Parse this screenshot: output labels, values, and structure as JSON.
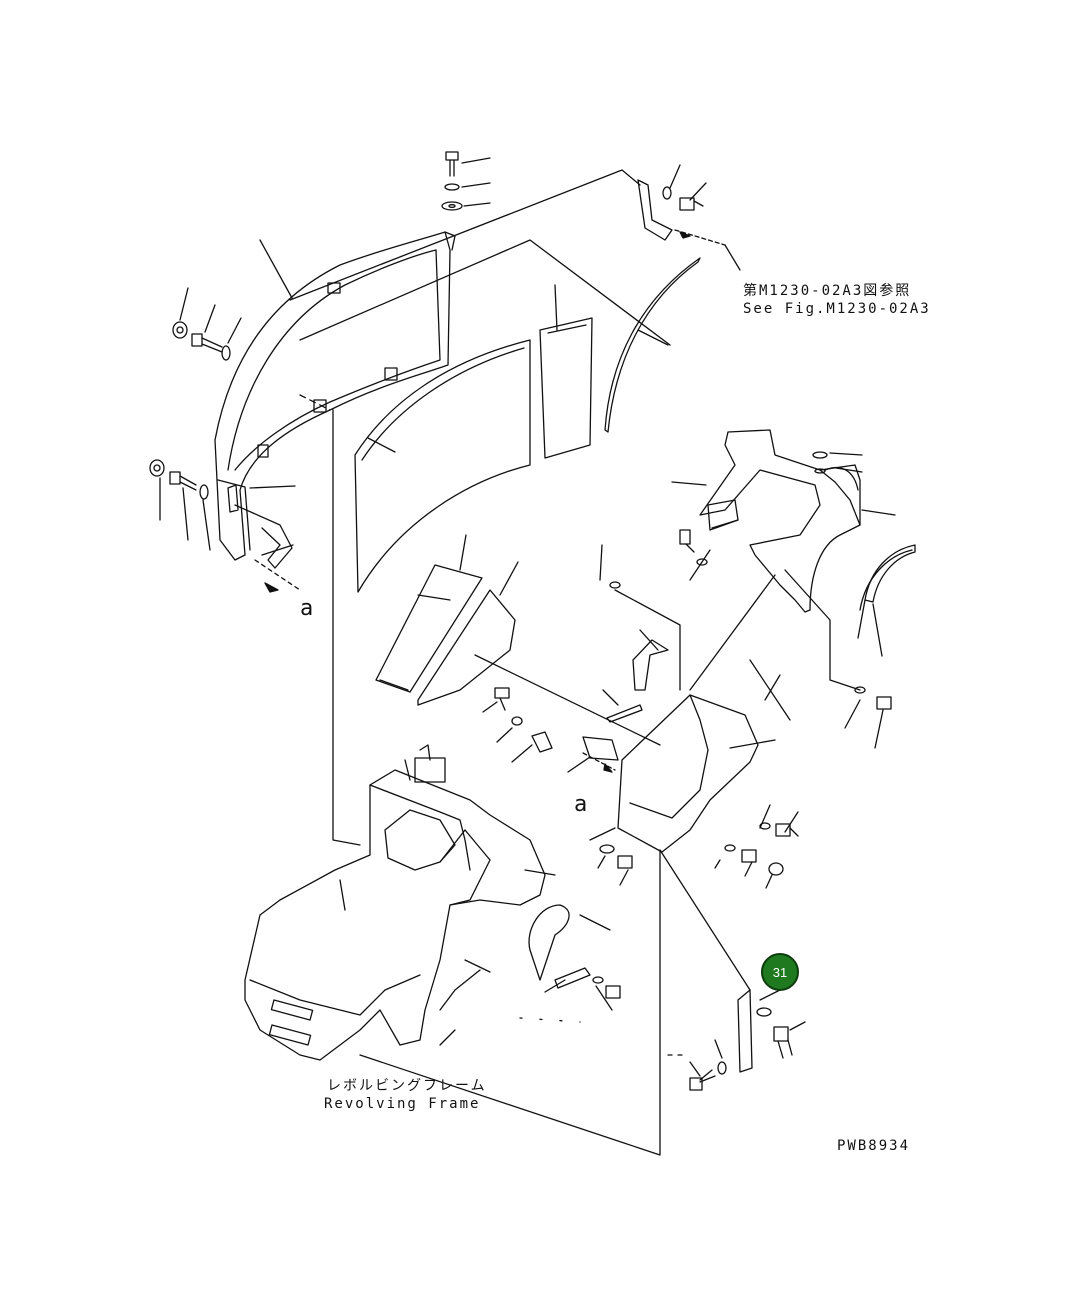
{
  "references": {
    "see_fig_jp": "第M1230-02A3図参照",
    "see_fig_en": "See Fig.M1230-02A3"
  },
  "frame_label": {
    "jp": "レボルビングフレーム",
    "en": "Revolving Frame"
  },
  "drawing_id": "PWB8934",
  "view_markers": [
    "a",
    "a"
  ],
  "callouts": [
    {
      "number": "31"
    }
  ],
  "colors": {
    "callout_fill": "#1f7a1f",
    "line": "#111111"
  }
}
